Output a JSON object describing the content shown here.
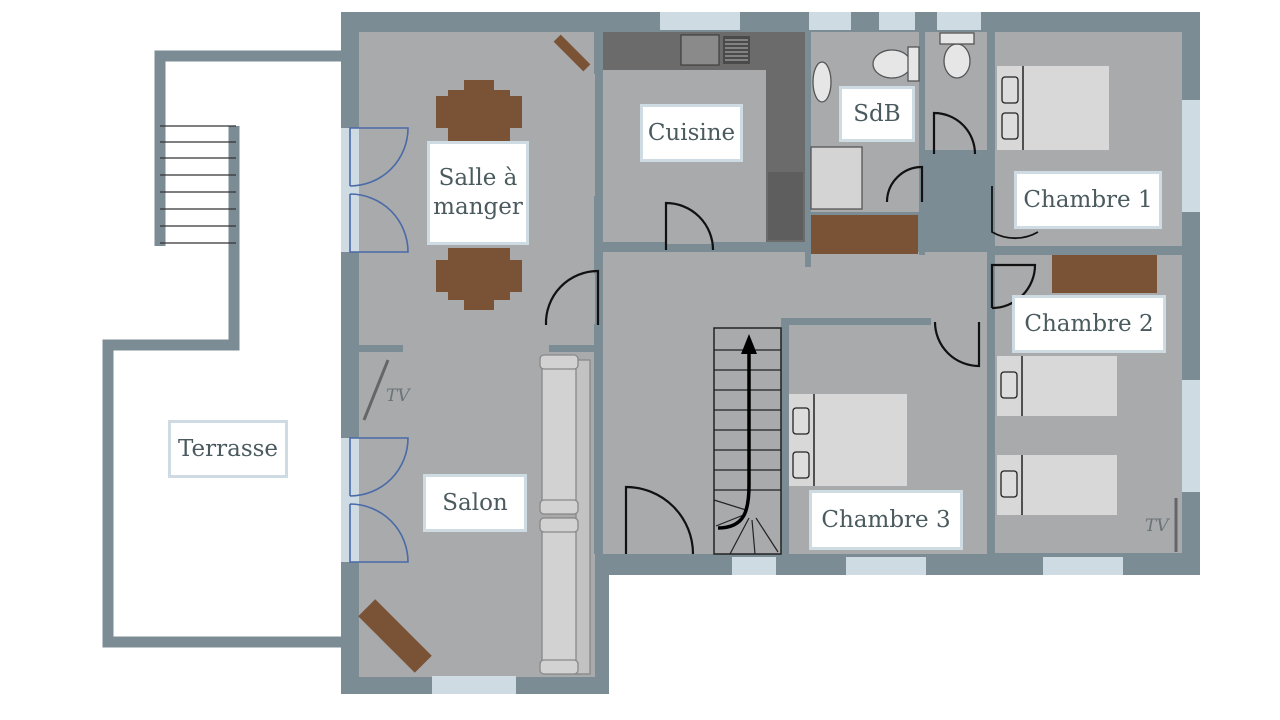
{
  "rooms": {
    "terrasse": "Terrasse",
    "salle_a_manger": "Salle à manger",
    "cuisine": "Cuisine",
    "sdb": "SdB",
    "chambre_1": "Chambre 1",
    "chambre_2": "Chambre 2",
    "chambre_3": "Chambre 3",
    "salon": "Salon"
  },
  "tv_label": "TV",
  "colors": {
    "wall": "#7c8c95",
    "floor": "#a8aaac",
    "window": "#cfdbe3",
    "furniture": "#7a5236",
    "bed": "#d8d8d8",
    "kitchen": "#6b6b6b",
    "label_border": "#cfdbe3",
    "door_swing": "#000000",
    "terrace_door": "#4a6aa8"
  }
}
